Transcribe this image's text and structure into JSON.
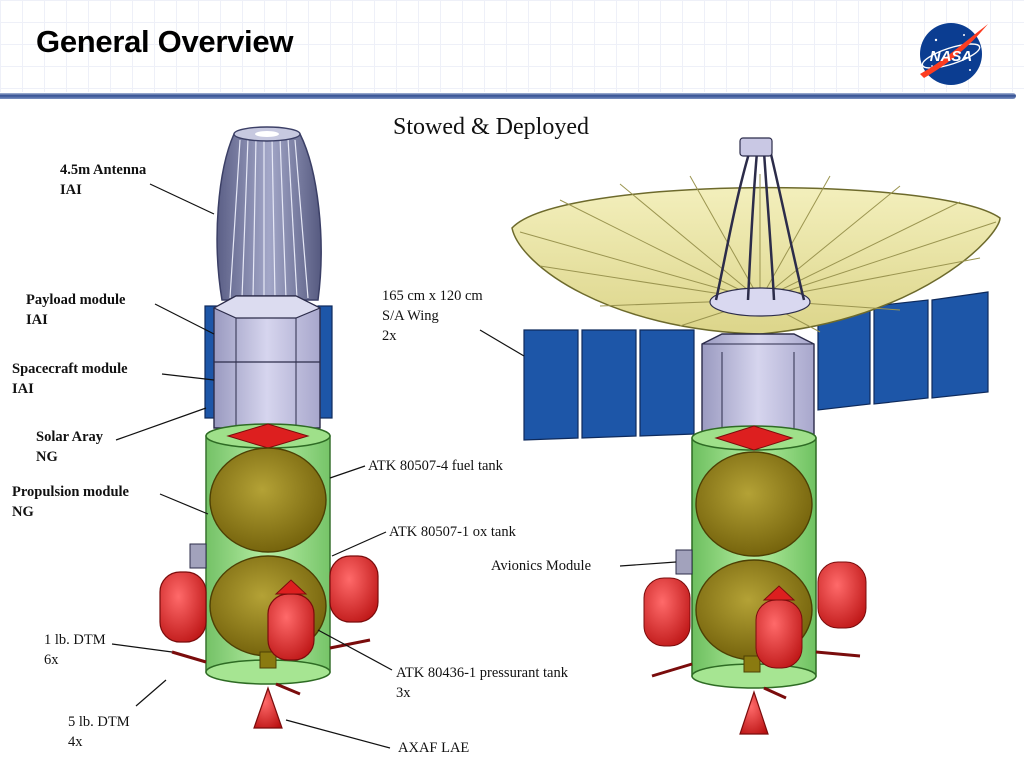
{
  "header": {
    "title": "General Overview",
    "logo_text": "NASA"
  },
  "diagram": {
    "heading": "Stowed & Deployed",
    "labels": {
      "antenna": [
        "4.5m Antenna",
        "IAI"
      ],
      "payload": [
        "Payload module",
        "IAI"
      ],
      "spacecraft": [
        "Spacecraft module",
        "IAI"
      ],
      "solar": [
        "Solar Aray",
        "NG"
      ],
      "propulsion": [
        "Propulsion module",
        "NG"
      ],
      "dtm1": [
        "1 lb. DTM",
        "6x"
      ],
      "dtm5": [
        "5 lb. DTM",
        "4x"
      ],
      "sa_wing": [
        "165 cm x 120 cm",
        "S/A Wing",
        "2x"
      ],
      "fuel_tank": [
        "ATK 80507-4 fuel tank"
      ],
      "ox_tank": [
        "ATK 80507-1 ox tank"
      ],
      "avionics": [
        "Avionics Module"
      ],
      "pressurant": [
        "ATK 80436-1 pressurant tank",
        "3x"
      ],
      "lae": [
        "AXAF LAE"
      ]
    }
  },
  "colors": {
    "accent_blue": "#1f3b8a",
    "solar_blue": "#1d56a8",
    "tank_red": "#dd1f1f",
    "propulsion_green": "#7fd070",
    "tank_olive": "#8a7a10",
    "module_lavender": "#c9c8e4",
    "dish_yellow": "#ece7a4"
  }
}
